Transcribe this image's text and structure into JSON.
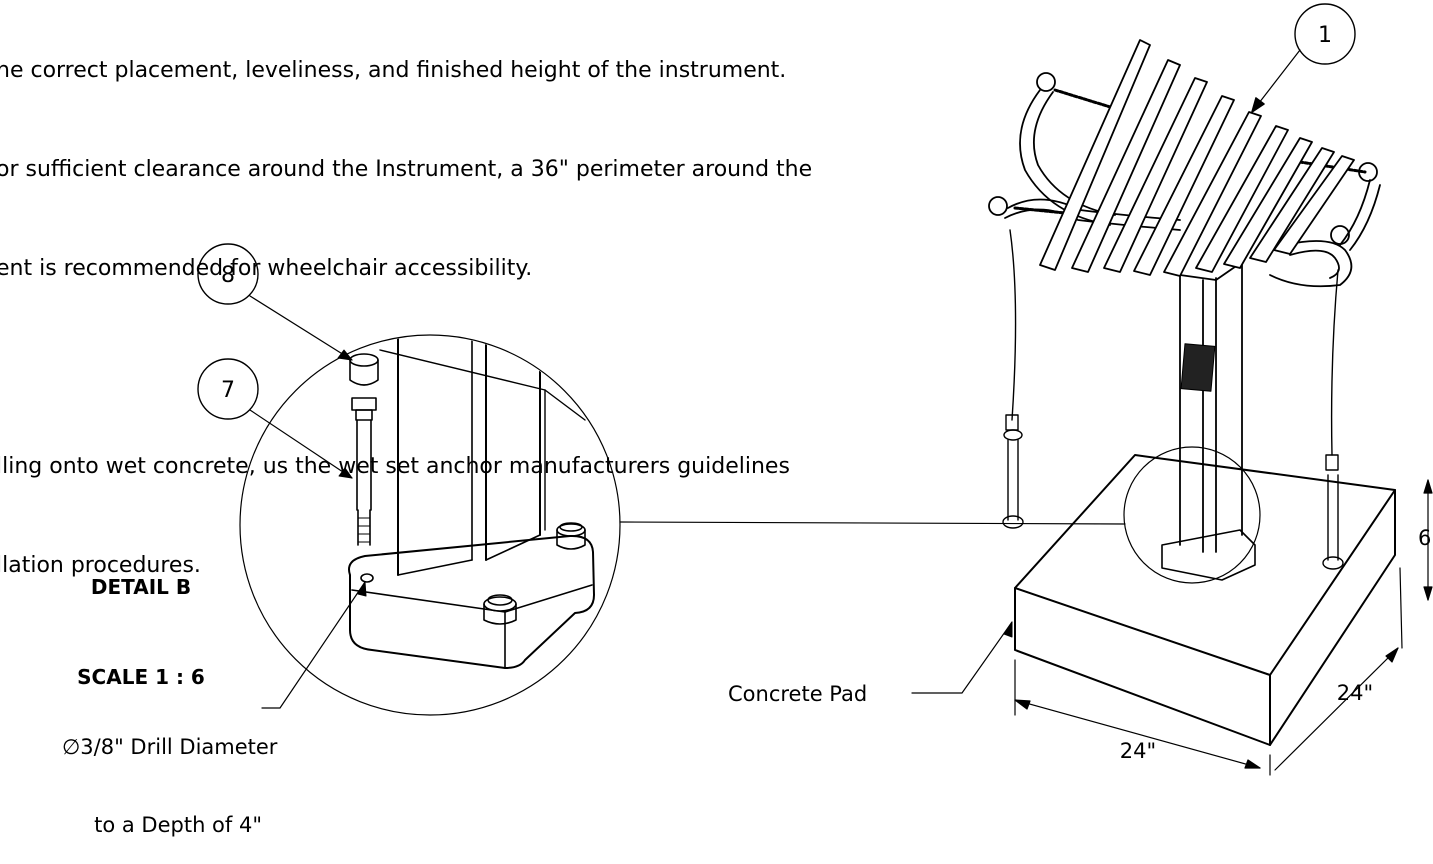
{
  "notes": [
    "ne correct placement, leveliness, and finished height of the instrument.",
    "or sufficient clearance around the Instrument, a 36\" perimeter around the",
    "ent is recommended for wheelchair accessibility.",
    "",
    "lling onto wet concrete, us the wet set anchor manufacturers guidelines",
    "llation procedures."
  ],
  "detail": {
    "title": "DETAIL B",
    "scale": "SCALE 1 : 6"
  },
  "balloons": {
    "b1": "1",
    "b7": "7",
    "b8": "8"
  },
  "annotations": {
    "drill_line1": "∅3/8\" Drill Diameter",
    "drill_line2": "to a Depth of 4\"",
    "pad_label": "Concrete Pad"
  },
  "dimensions": {
    "width_front": "24\"",
    "width_side": "24\"",
    "height": "6\""
  },
  "colors": {
    "line": "#000000",
    "background": "#ffffff"
  }
}
